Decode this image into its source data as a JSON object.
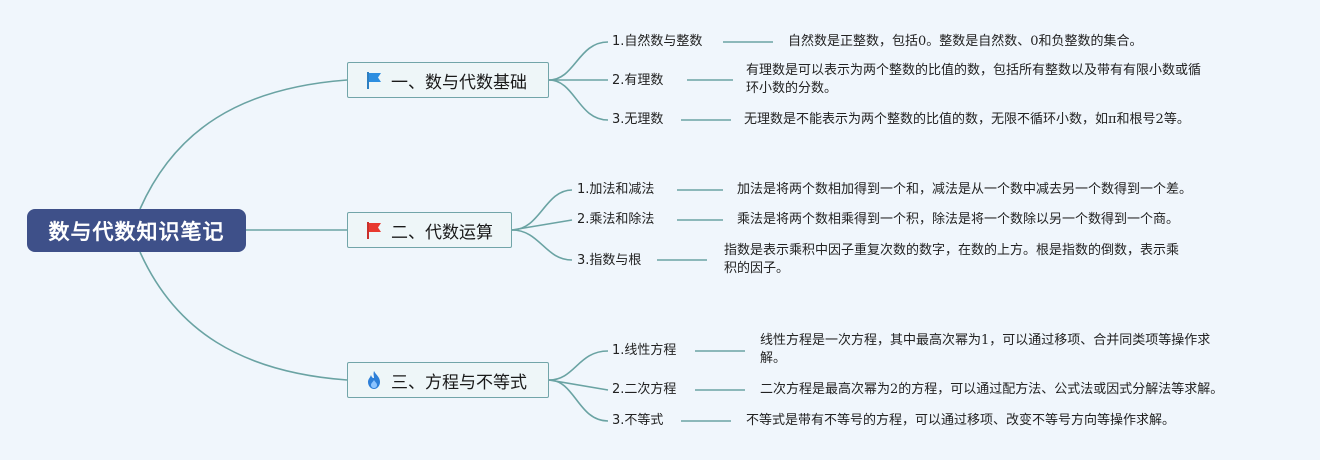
{
  "root": {
    "title": "数与代数知识笔记"
  },
  "colors": {
    "root_bg": "#3e5089",
    "line": "#6aa3a3",
    "branch_border": "#72a5a9"
  },
  "branches": [
    {
      "label": "一、数与代数基础",
      "icon": "blue-flag-icon",
      "topics": [
        {
          "label": "1.自然数与整数",
          "desc": "自然数是正整数，包括0。整数是自然数、0和负整数的集合。"
        },
        {
          "label": "2.有理数",
          "desc_lines": [
            "有理数是可以表示为两个整数的比值的数，包括所有整数以及带有有限小数或循",
            "环小数的分数。"
          ]
        },
        {
          "label": "3.无理数",
          "desc": "无理数是不能表示为两个整数的比值的数，无限不循环小数，如π和根号2等。"
        }
      ]
    },
    {
      "label": "二、代数运算",
      "icon": "red-flag-icon",
      "topics": [
        {
          "label": "1.加法和减法",
          "desc": "加法是将两个数相加得到一个和，减法是从一个数中减去另一个数得到一个差。"
        },
        {
          "label": "2.乘法和除法",
          "desc": "乘法是将两个数相乘得到一个积，除法是将一个数除以另一个数得到一个商。"
        },
        {
          "label": "3.指数与根",
          "desc_lines": [
            "指数是表示乘积中因子重复次数的数字，在数的上方。根是指数的倒数，表示乘",
            "积的因子。"
          ]
        }
      ]
    },
    {
      "label": "三、方程与不等式",
      "icon": "fire-icon",
      "topics": [
        {
          "label": "1.线性方程",
          "desc_lines": [
            "线性方程是一次方程，其中最高次幂为1，可以通过移项、合并同类项等操作求",
            "解。"
          ]
        },
        {
          "label": "2.二次方程",
          "desc": "二次方程是最高次幂为2的方程，可以通过配方法、公式法或因式分解法等求解。"
        },
        {
          "label": "3.不等式",
          "desc": "不等式是带有不等号的方程，可以通过移项、改变不等号方向等操作求解。"
        }
      ]
    }
  ]
}
